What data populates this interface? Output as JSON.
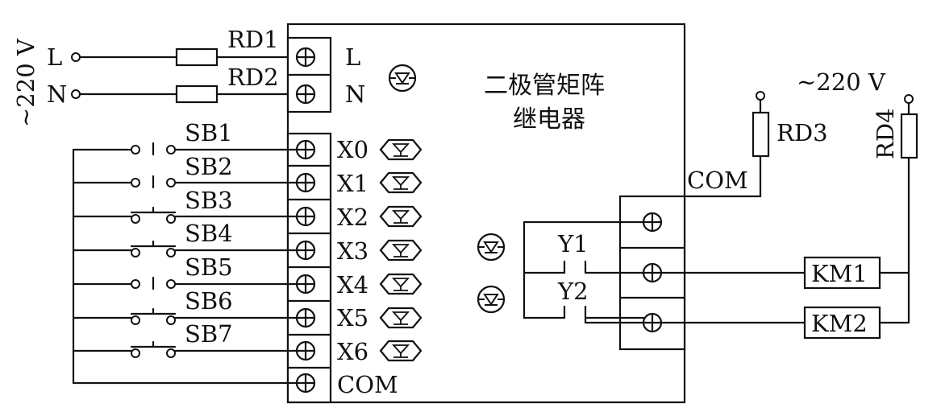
{
  "supply_left": {
    "voltage": "~220 V",
    "l": "L",
    "n": "N"
  },
  "supply_right": {
    "voltage": "~220 V"
  },
  "fuses": {
    "rd1": "RD1",
    "rd2": "RD2",
    "rd3": "RD3",
    "rd4": "RD4"
  },
  "device": {
    "title_line1": "二极管矩阵",
    "title_line2": "继电器",
    "power_terminals": [
      "L",
      "N"
    ],
    "input_terminals": [
      "X0",
      "X1",
      "X2",
      "X3",
      "X4",
      "X5",
      "X6",
      "COM"
    ],
    "output_com": "COM",
    "relay_contacts": [
      "Y1",
      "Y2"
    ]
  },
  "buttons": [
    "SB1",
    "SB2",
    "SB3",
    "SB4",
    "SB5",
    "SB6",
    "SB7"
  ],
  "contactors": [
    "KM1",
    "KM2"
  ],
  "icons": {
    "power": "diode-indicator-icon",
    "input": "input-indicator-icon",
    "output": "diode-indicator-icon",
    "terminal": "screw-terminal-icon"
  }
}
